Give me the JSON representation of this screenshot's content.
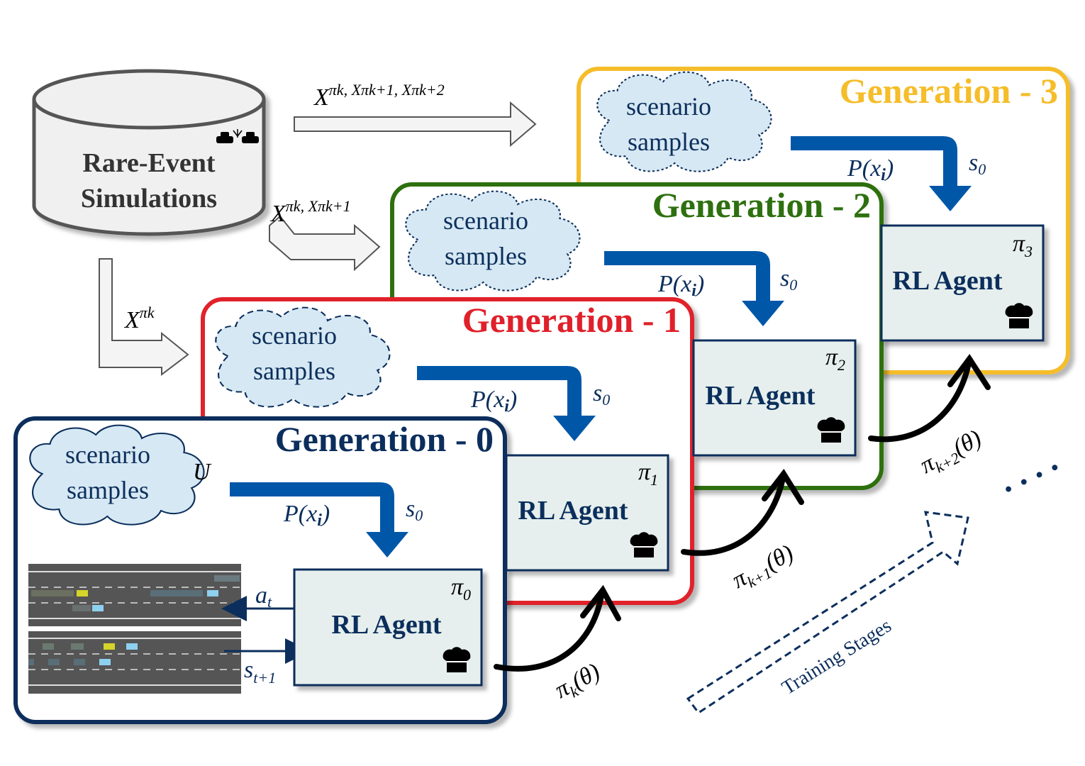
{
  "database": {
    "line1": "Rare-Event",
    "line2": "Simulations"
  },
  "input_arrows": [
    {
      "label": "X",
      "sup": "πk, X",
      "sup2": "πk+1, X",
      "sup3": "πk+2"
    },
    {
      "label": "X",
      "sup": "πk, X",
      "sup2": "πk+1"
    },
    {
      "label": "X",
      "sup": "πk"
    }
  ],
  "generations": [
    {
      "title": "Generation - 0",
      "color": "#0b2e5c",
      "cloud_line1": "scenario",
      "cloud_line2": "samples",
      "agent": "RL Agent",
      "policy": "π",
      "policy_sub": "0",
      "prob": "P(x",
      "prob_sub": "i",
      "prob_end": ")",
      "state": "s",
      "state_sub": "0"
    },
    {
      "title": "Generation - 1",
      "color": "#e0202a",
      "cloud_line1": "scenario",
      "cloud_line2": "samples",
      "agent": "RL Agent",
      "policy": "π",
      "policy_sub": "1",
      "prob": "P(x",
      "prob_sub": "i",
      "prob_end": ")",
      "state": "s",
      "state_sub": "0"
    },
    {
      "title": "Generation - 2",
      "color": "#2e7010",
      "cloud_line1": "scenario",
      "cloud_line2": "samples",
      "agent": "RL Agent",
      "policy": "π",
      "policy_sub": "2",
      "prob": "P(x",
      "prob_sub": "i",
      "prob_end": ")",
      "state": "s",
      "state_sub": "0"
    },
    {
      "title": "Generation - 3",
      "color": "#f5bd2a",
      "cloud_line1": "scenario",
      "cloud_line2": "samples",
      "agent": "RL Agent",
      "policy": "π",
      "policy_sub": "3",
      "prob": "P(x",
      "prob_sub": "i",
      "prob_end": ")",
      "state": "s",
      "state_sub": "0"
    }
  ],
  "uniform_label": "U",
  "action_label": "a",
  "action_sub": "t",
  "next_state_label": "s",
  "next_state_sub": "t+1",
  "transitions": [
    {
      "main": "π",
      "sub": "k",
      "end": "(θ)"
    },
    {
      "main": "π",
      "sub": "k+1",
      "end": "(θ)"
    },
    {
      "main": "π",
      "sub": "k+2",
      "end": "(θ)"
    }
  ],
  "training_label": "Training Stages",
  "ellipsis": ". . . ."
}
